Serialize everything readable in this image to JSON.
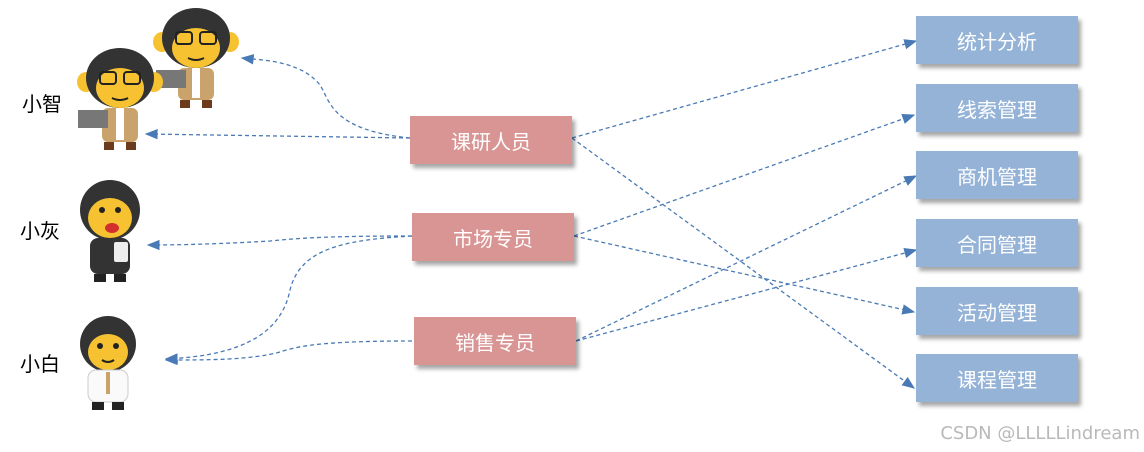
{
  "people": [
    {
      "name": "小智",
      "icon": "monkey-laptop-icon"
    },
    {
      "name": "小灰",
      "icon": "monkey-phone-icon"
    },
    {
      "name": "小白",
      "icon": "monkey-shirt-icon"
    }
  ],
  "roles": [
    "课研人员",
    "市场专员",
    "销售专员"
  ],
  "functions": [
    "统计分析",
    "线索管理",
    "商机管理",
    "合同管理",
    "活动管理",
    "课程管理"
  ],
  "colors": {
    "role": "#d99594",
    "function": "#95b3d7",
    "arrow": "#4a7ab5"
  },
  "watermark": "CSDN @LLLLLindream"
}
